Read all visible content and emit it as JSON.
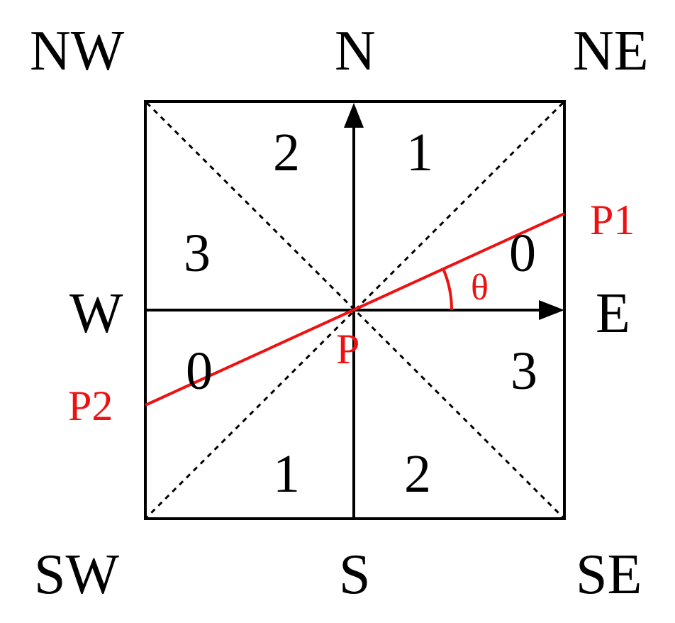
{
  "compass": {
    "nw": "NW",
    "n": "N",
    "ne": "NE",
    "w": "W",
    "e": "E",
    "sw": "SW",
    "s": "S",
    "se": "SE"
  },
  "sectors": {
    "upper_right": "1",
    "upper_left": "2",
    "left_upper": "3",
    "right_upper": "0",
    "left_lower": "0",
    "right_lower": "3",
    "lower_left": "1",
    "lower_right": "2"
  },
  "points": {
    "center": "P",
    "p1": "P1",
    "p2": "P2",
    "angle": "θ"
  },
  "colors": {
    "axis": "#000000",
    "highlight": "#ee1111"
  }
}
